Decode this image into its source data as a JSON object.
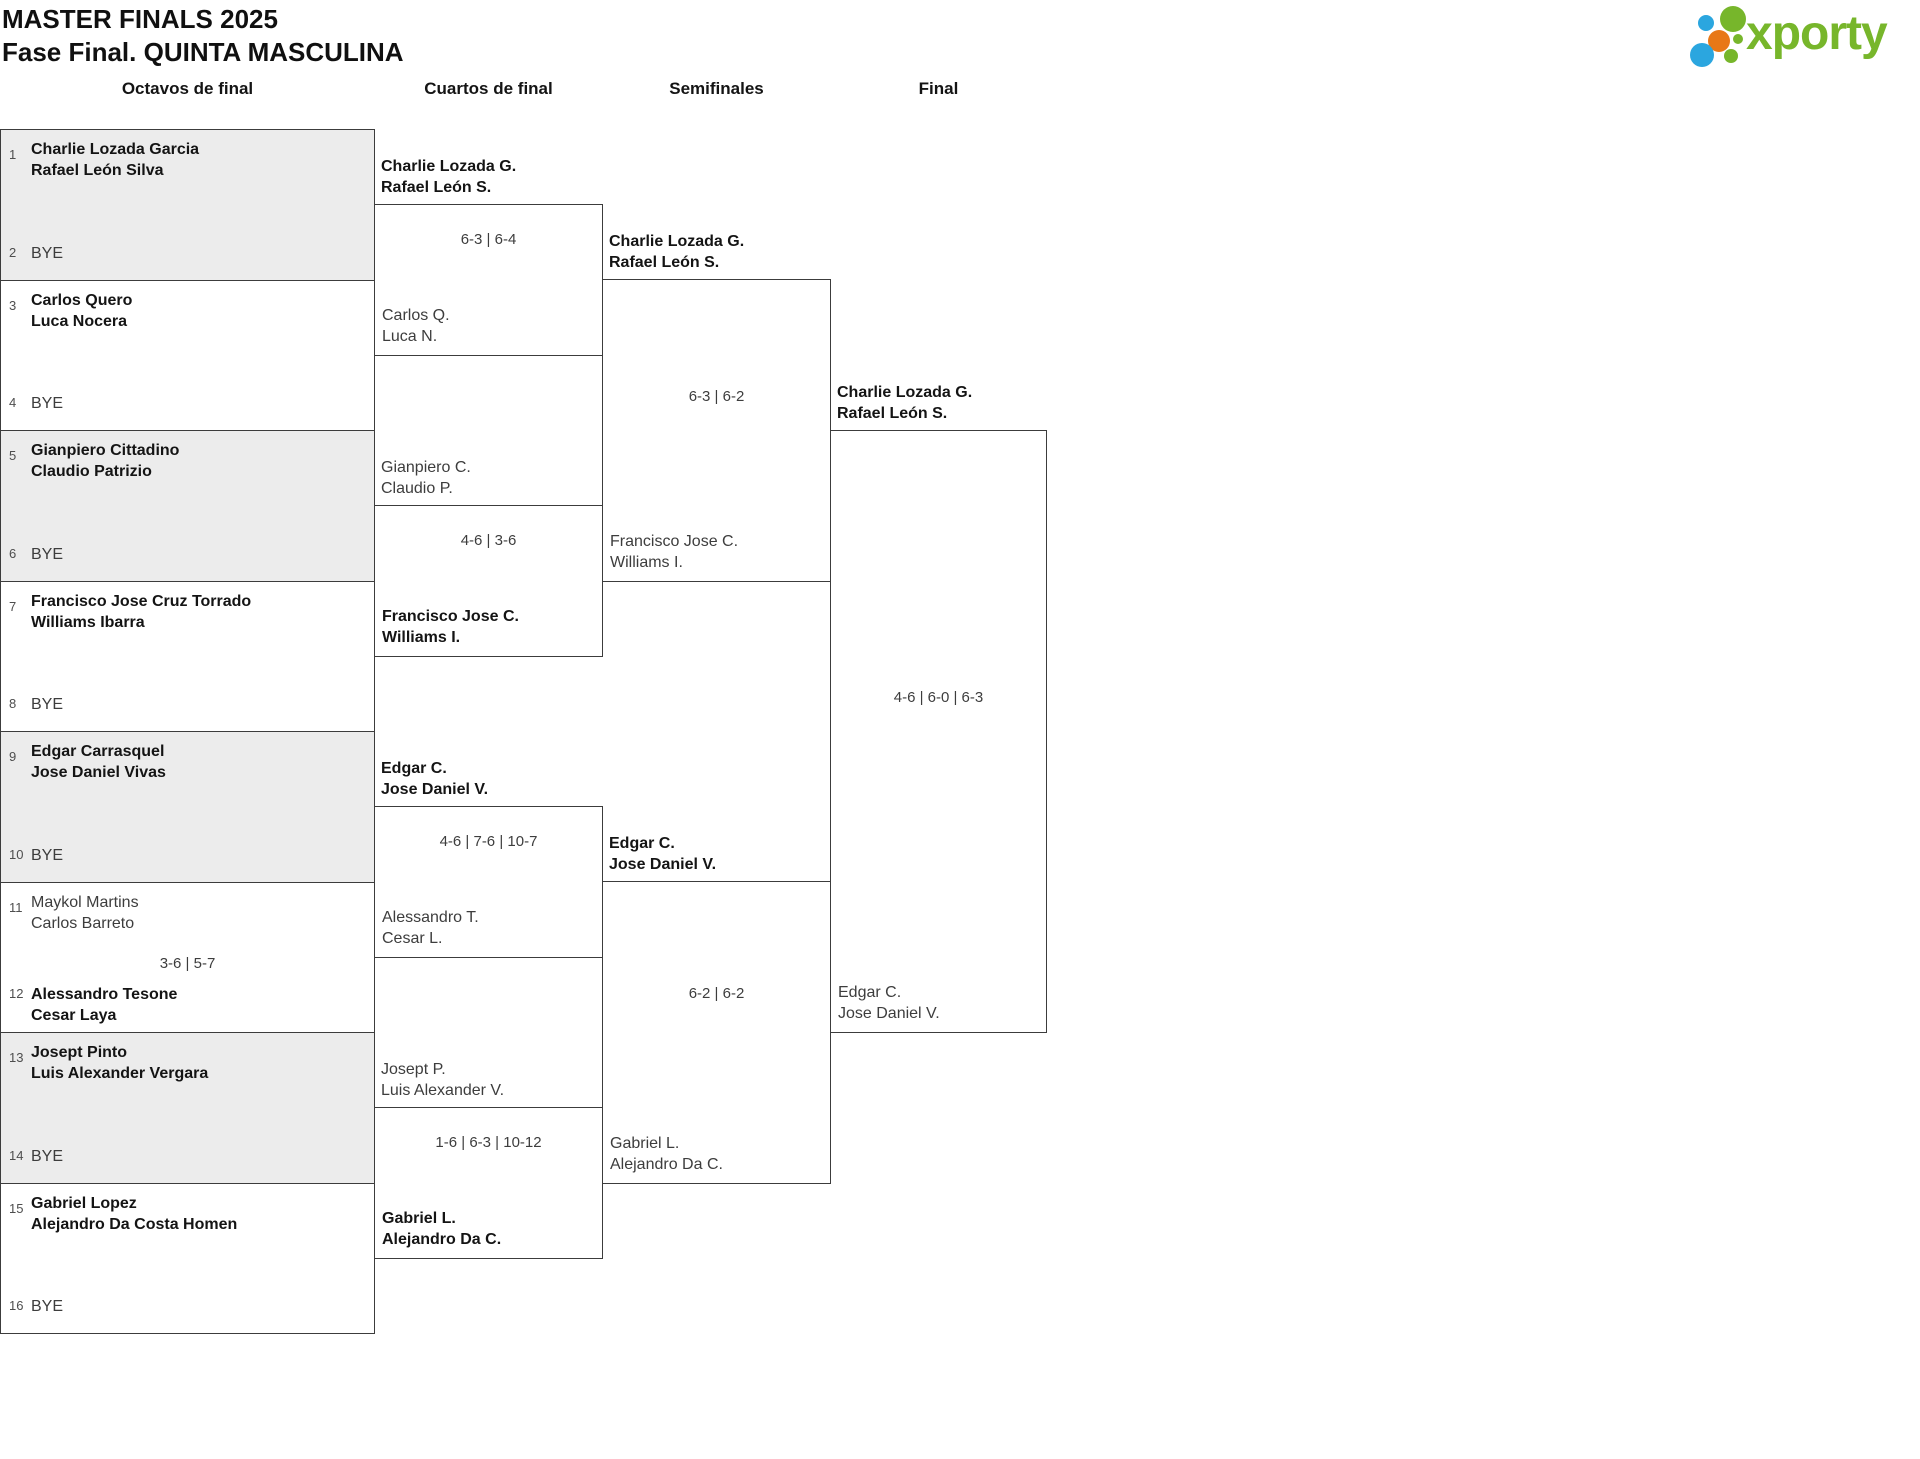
{
  "header": {
    "title": "MASTER FINALS 2025",
    "subtitle": "Fase Final. QUINTA MASCULINA"
  },
  "logo": {
    "text": "xporty"
  },
  "colors": {
    "brand_green": "#77b62b",
    "brand_blue": "#2ba6df",
    "brand_orange": "#e87817",
    "box_shade": "#ececec",
    "border": "#3c3c3c"
  },
  "round_headers": [
    "Octavos de final",
    "Cuartos de final",
    "Semifinales",
    "Final"
  ],
  "bracket": {
    "octavos": [
      {
        "seed_top": "1",
        "team_top": [
          "Charlie Lozada Garcia",
          "Rafael León Silva"
        ],
        "seed_bottom": "2",
        "team_bottom": [
          "BYE"
        ]
      },
      {
        "seed_top": "3",
        "team_top": [
          "Carlos Quero",
          "Luca Nocera"
        ],
        "seed_bottom": "4",
        "team_bottom": [
          "BYE"
        ]
      },
      {
        "seed_top": "5",
        "team_top": [
          "Gianpiero Cittadino",
          "Claudio Patrizio"
        ],
        "seed_bottom": "6",
        "team_bottom": [
          "BYE"
        ]
      },
      {
        "seed_top": "7",
        "team_top": [
          "Francisco Jose Cruz Torrado",
          "Williams Ibarra"
        ],
        "seed_bottom": "8",
        "team_bottom": [
          "BYE"
        ]
      },
      {
        "seed_top": "9",
        "team_top": [
          "Edgar Carrasquel",
          "Jose Daniel Vivas"
        ],
        "seed_bottom": "10",
        "team_bottom": [
          "BYE"
        ]
      },
      {
        "seed_top": "11",
        "team_top": [
          "Maykol Martins",
          "Carlos Barreto"
        ],
        "seed_bottom": "12",
        "team_bottom": [
          "Alessandro Tesone",
          "Cesar Laya"
        ],
        "score": "3-6 | 5-7"
      },
      {
        "seed_top": "13",
        "team_top": [
          "Josept Pinto",
          "Luis Alexander Vergara"
        ],
        "seed_bottom": "14",
        "team_bottom": [
          "BYE"
        ]
      },
      {
        "seed_top": "15",
        "team_top": [
          "Gabriel Lopez",
          "Alejandro Da Costa Homen"
        ],
        "seed_bottom": "16",
        "team_bottom": [
          "BYE"
        ]
      }
    ],
    "cuartos": [
      {
        "team_top": [
          "Charlie Lozada G.",
          "Rafael León S."
        ],
        "team_bottom": [
          "Carlos Q.",
          "Luca N."
        ],
        "score": "6-3 | 6-4"
      },
      {
        "team_top": [
          "Gianpiero C.",
          "Claudio P."
        ],
        "team_bottom": [
          "Francisco Jose C.",
          "Williams I."
        ],
        "score": "4-6 | 3-6"
      },
      {
        "team_top": [
          "Edgar C.",
          "Jose Daniel V."
        ],
        "team_bottom": [
          "Alessandro T.",
          "Cesar L."
        ],
        "score": "4-6 | 7-6 | 10-7"
      },
      {
        "team_top": [
          "Josept P.",
          "Luis Alexander V."
        ],
        "team_bottom": [
          "Gabriel L.",
          "Alejandro Da C."
        ],
        "score": "1-6 | 6-3 | 10-12"
      }
    ],
    "semifinales": [
      {
        "team_top": [
          "Charlie Lozada G.",
          "Rafael León S."
        ],
        "team_bottom": [
          "Francisco Jose C.",
          "Williams I."
        ],
        "score": "6-3 | 6-2"
      },
      {
        "team_top": [
          "Edgar C.",
          "Jose Daniel V."
        ],
        "team_bottom": [
          "Gabriel L.",
          "Alejandro Da C."
        ],
        "score": "6-2 | 6-2"
      }
    ],
    "final": {
      "team_top": [
        "Charlie Lozada G.",
        "Rafael León S."
      ],
      "team_bottom": [
        "Edgar C.",
        "Jose Daniel V."
      ],
      "score": "4-6 | 6-0 | 6-3"
    }
  }
}
